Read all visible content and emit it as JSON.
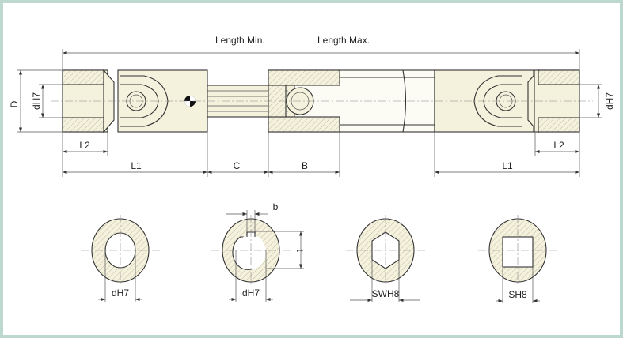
{
  "dimensions": {
    "length_min": "Length Min.",
    "length_max": "Length Max.",
    "D": "D",
    "dH7": "dH7",
    "L1": "L1",
    "L2": "L2",
    "C": "C",
    "B": "B",
    "b": "b",
    "t": "t",
    "SWH8": "SWH8",
    "SH8": "SH8"
  },
  "colors": {
    "border": "#bcd8cf",
    "material_fill": "#f4f1dc"
  }
}
